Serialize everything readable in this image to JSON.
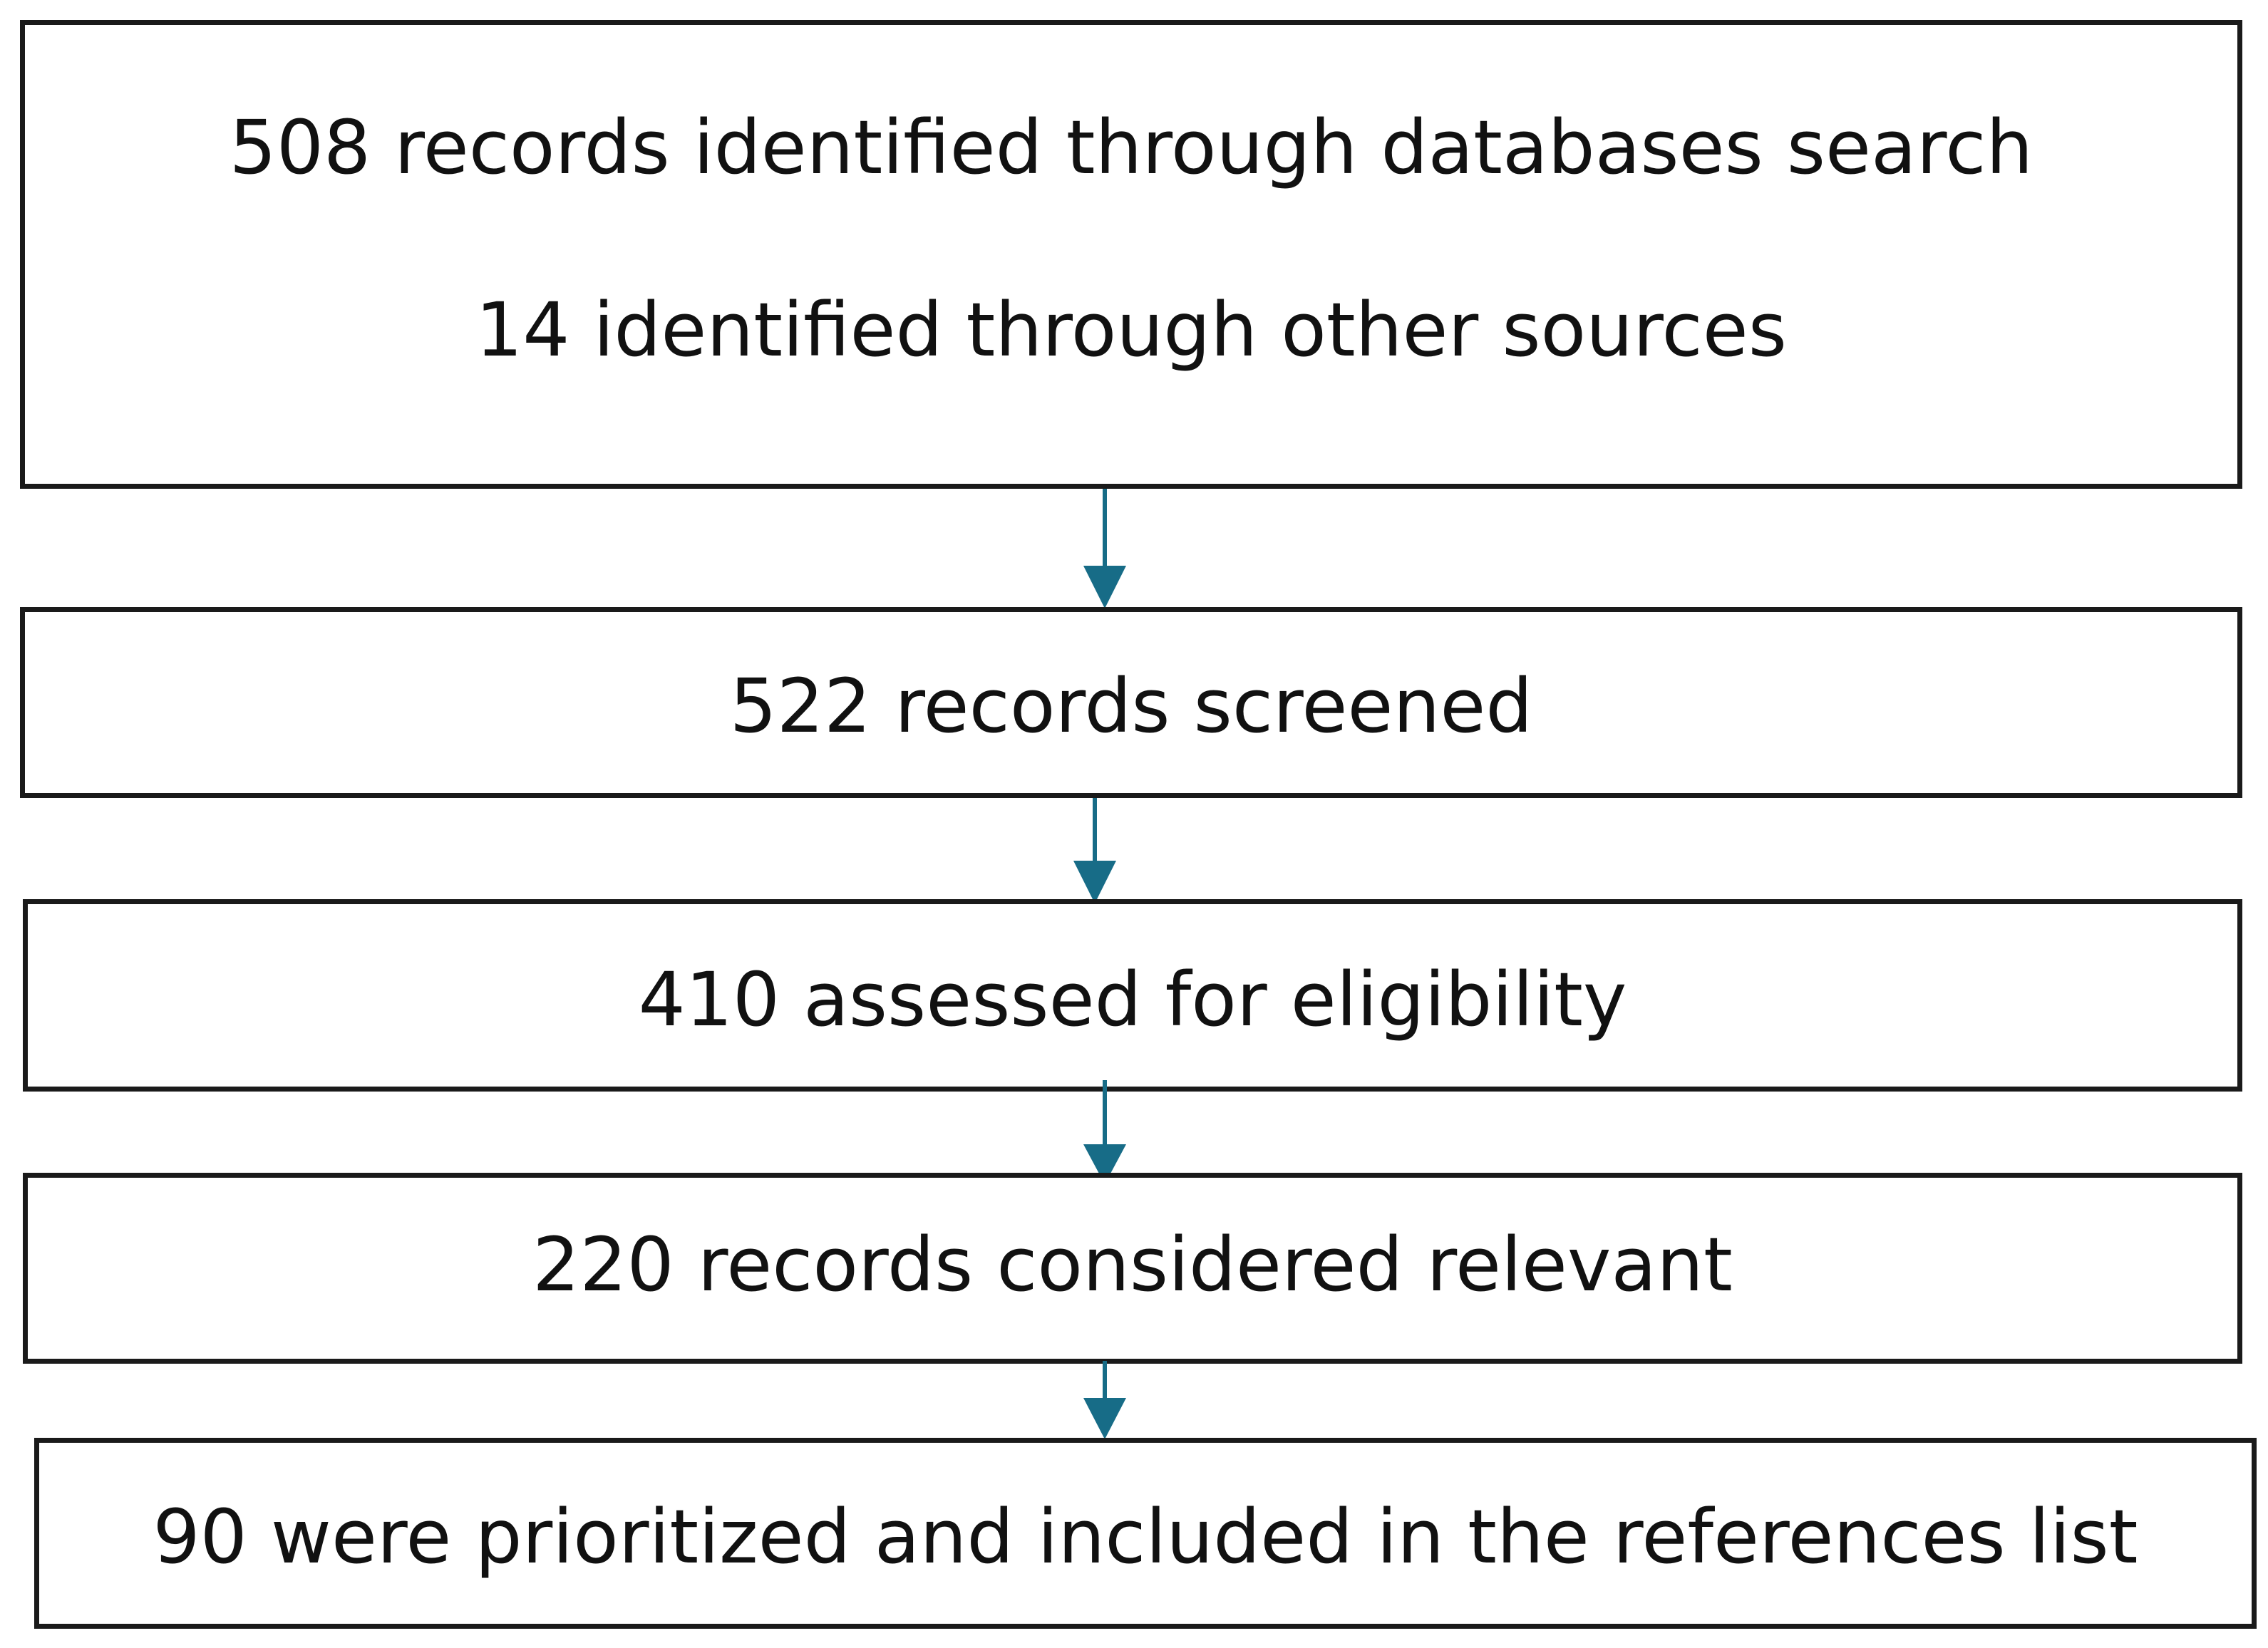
{
  "flow": {
    "identification": {
      "line1": "508 records identified through databases search",
      "line2": "14 identified through other sources"
    },
    "screening": "522 records screened",
    "eligibility": "410 assessed for eligibility",
    "relevant": "220 records considered relevant",
    "included": "90 were prioritized and included in the references list"
  },
  "colors": {
    "box_border": "#1a1a1a",
    "arrow": "#176c87",
    "text": "#111111"
  }
}
